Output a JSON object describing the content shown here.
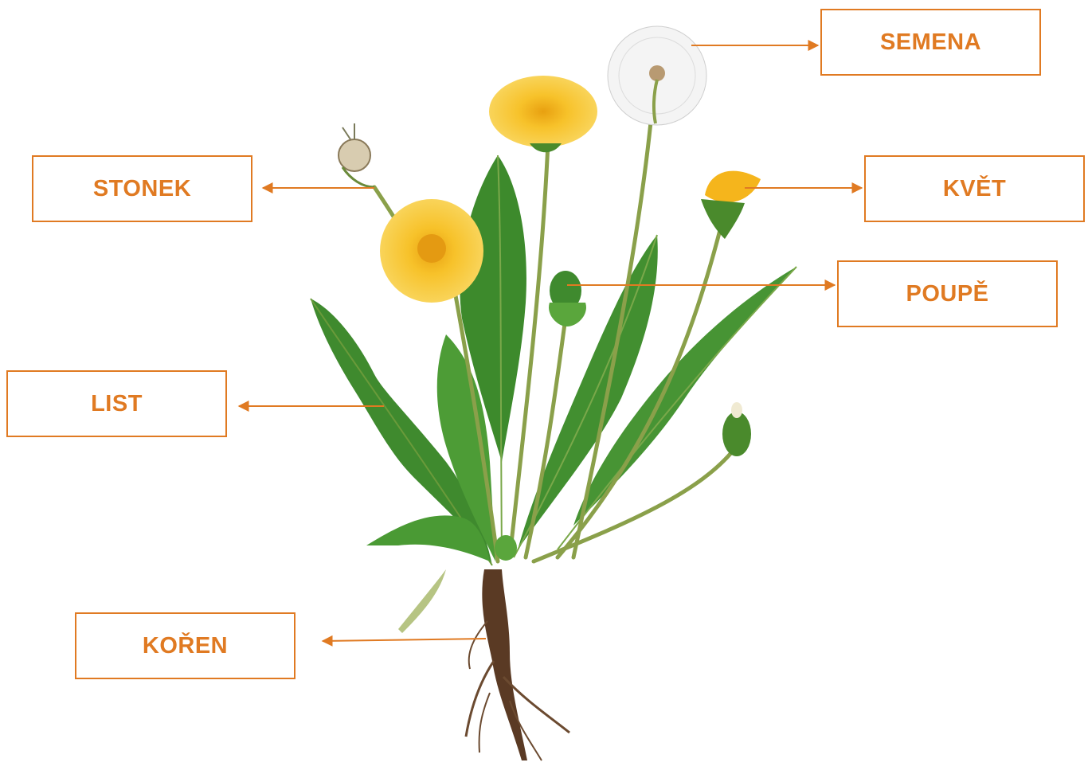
{
  "labels": {
    "semena": "SEMENA",
    "stonek": "STONEK",
    "kvet": "KVĚT",
    "poupe": "POUPĚ",
    "list": "LIST",
    "koren": "KOŘEN"
  },
  "colors": {
    "accent": "#e07a22",
    "leaf": "#3f8a2e",
    "leaf_light": "#5aa63c",
    "flower": "#f5b51c",
    "flower_center": "#e49a12",
    "stem": "#8aa04a",
    "root": "#5a3a24"
  }
}
